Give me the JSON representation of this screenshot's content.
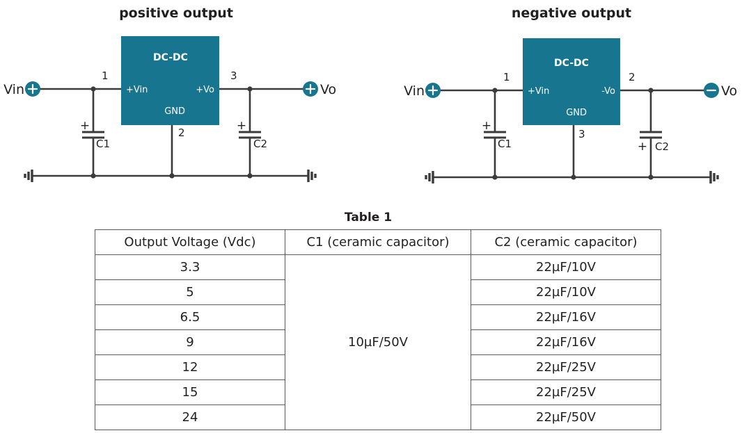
{
  "circuits": [
    {
      "id": "positive",
      "title": "positive output",
      "chip_label": "DC-DC",
      "pin_in_label": "+Vin",
      "pin_out_label": "+Vo",
      "pin_gnd_label": "GND",
      "pin_num_in": "1",
      "pin_num_gnd": "2",
      "pin_num_out": "3",
      "input_terminal_text": "Vin",
      "input_terminal_sign": "+",
      "output_terminal_text": "Vo",
      "output_terminal_sign": "+",
      "cap_in_name": "C1",
      "cap_in_polarity": "+",
      "cap_in_polarity_position": "top",
      "cap_out_name": "C2",
      "cap_out_polarity": "+",
      "cap_out_polarity_position": "top"
    },
    {
      "id": "negative",
      "title": "negative output",
      "chip_label": "DC-DC",
      "pin_in_label": "+Vin",
      "pin_out_label": "-Vo",
      "pin_gnd_label": "GND",
      "pin_num_in": "1",
      "pin_num_gnd": "3",
      "pin_num_out": "2",
      "input_terminal_text": "Vin",
      "input_terminal_sign": "+",
      "output_terminal_text": "Vo",
      "output_terminal_sign": "−",
      "cap_in_name": "C1",
      "cap_in_polarity": "+",
      "cap_in_polarity_position": "top",
      "cap_out_name": "C2",
      "cap_out_polarity": "+",
      "cap_out_polarity_position": "bottom"
    }
  ],
  "table": {
    "title": "Table 1",
    "headers": [
      "Output Voltage (Vdc)",
      "C1 (ceramic capacitor)",
      "C2 (ceramic capacitor)"
    ],
    "c1_merged_value": "10µF/50V",
    "rows": [
      {
        "voltage": "3.3",
        "c2": "22µF/10V"
      },
      {
        "voltage": "5",
        "c2": "22µF/10V"
      },
      {
        "voltage": "6.5",
        "c2": "22µF/16V"
      },
      {
        "voltage": "9",
        "c2": "22µF/16V"
      },
      {
        "voltage": "12",
        "c2": "22µF/25V"
      },
      {
        "voltage": "15",
        "c2": "22µF/25V"
      },
      {
        "voltage": "24",
        "c2": "22µF/50V"
      }
    ]
  },
  "colors": {
    "chip_fill": "#17758f",
    "terminal_fill": "#17758f",
    "wire": "#3b3b3b",
    "text": "#231f20",
    "table_border": "#595959",
    "background": "#ffffff"
  }
}
